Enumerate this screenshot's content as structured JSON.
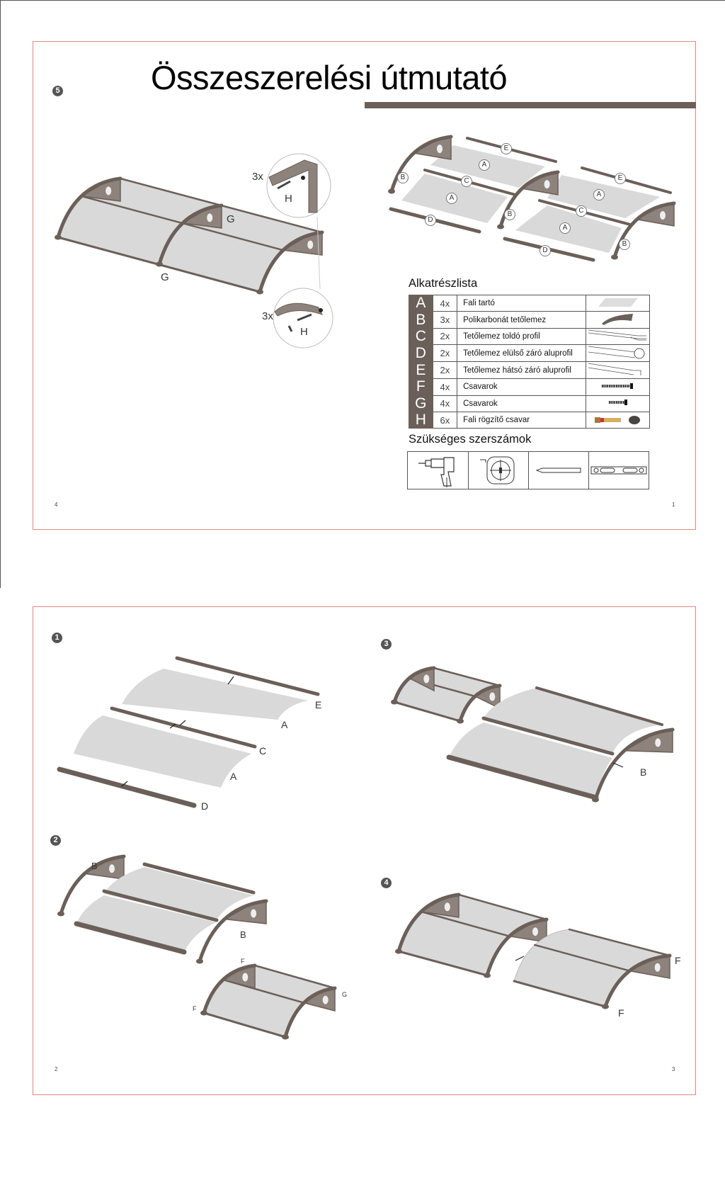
{
  "page1": {
    "title": "Összeszerelési útmutató",
    "step_number": "5",
    "page_left": "4",
    "page_right": "1",
    "illustration_labels": {
      "qty_top": "3x",
      "h_top": "H",
      "g_right": "G",
      "g_bottom": "G",
      "qty_bottom": "3x",
      "h_bottom": "H"
    },
    "exploded_labels": [
      "E",
      "A",
      "B",
      "C",
      "A",
      "D",
      "B",
      "E",
      "A",
      "C",
      "A",
      "D",
      "B"
    ],
    "parts_list": {
      "title": "Alkatrészlista",
      "rows": [
        {
          "letter": "A",
          "qty": "4x",
          "name": "Fali tartó",
          "icon": "panel-sheet-icon"
        },
        {
          "letter": "B",
          "qty": "3x",
          "name": "Polikarbonát tetőlemez",
          "icon": "bracket-icon"
        },
        {
          "letter": "C",
          "qty": "2x",
          "name": "Tetőlemez toldó profil",
          "icon": "joint-profile-icon"
        },
        {
          "letter": "D",
          "qty": "2x",
          "name": "Tetőlemez elülső záró aluprofil",
          "icon": "front-profile-icon"
        },
        {
          "letter": "E",
          "qty": "2x",
          "name": "Tetőlemez hátsó záró aluprofil",
          "icon": "back-profile-icon"
        },
        {
          "letter": "F",
          "qty": "4x",
          "name": "Csavarok",
          "icon": "long-screw-icon"
        },
        {
          "letter": "G",
          "qty": "4x",
          "name": "Csavarok",
          "icon": "short-screw-icon"
        },
        {
          "letter": "H",
          "qty": "6x",
          "name": "Fali rögzítő csavar",
          "icon": "anchor-bolt-icon"
        }
      ]
    },
    "tools": {
      "title": "Szükséges szerszámok",
      "items": [
        "drill-icon",
        "tape-measure-icon",
        "pencil-icon",
        "spirit-level-icon"
      ]
    }
  },
  "page2": {
    "page_left": "2",
    "page_right": "3",
    "steps": [
      {
        "number": "1",
        "labels": [
          "E",
          "A",
          "C",
          "A",
          "D"
        ]
      },
      {
        "number": "2",
        "labels": [
          "B",
          "B",
          "F",
          "F",
          "G"
        ]
      },
      {
        "number": "3",
        "labels": [
          "B"
        ]
      },
      {
        "number": "4",
        "labels": [
          "F",
          "F"
        ]
      }
    ]
  },
  "colors": {
    "frame": "#e2877c",
    "brown": "#6b5f59",
    "panel": "#d9d9d9"
  }
}
